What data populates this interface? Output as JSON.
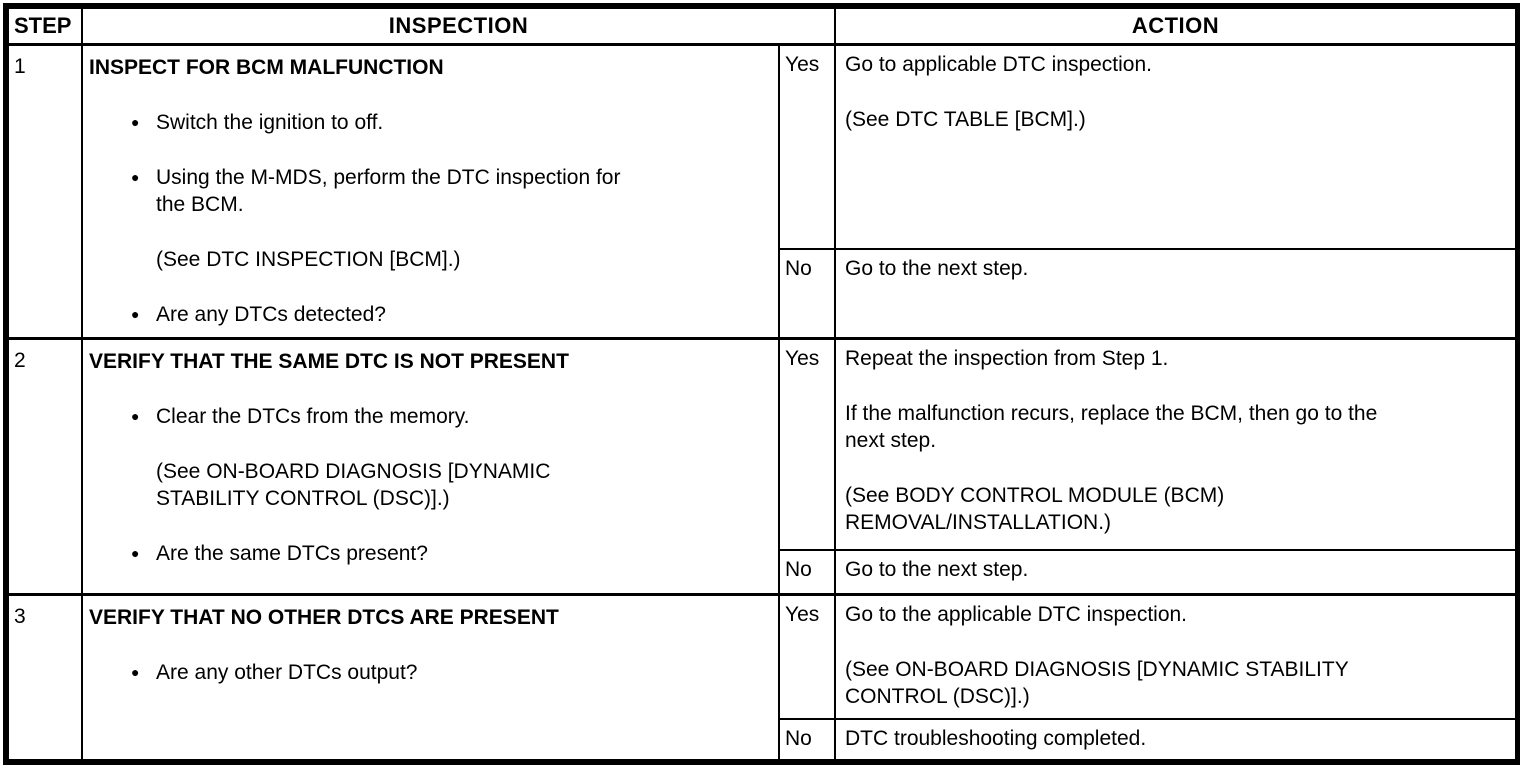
{
  "header": {
    "step": "STEP",
    "inspection": "INSPECTION",
    "action": "ACTION"
  },
  "icons": {
    "bullet": "●"
  },
  "colors": {
    "border": "#000000",
    "text": "#000000",
    "background": "#ffffff"
  },
  "rows": [
    {
      "step": "1",
      "title": "INSPECT FOR BCM MALFUNCTION",
      "items": [
        {
          "type": "bullet",
          "text": "Switch the ignition to off."
        },
        {
          "type": "bullet",
          "text": "Using the M-MDS, perform the DTC inspection for\nthe BCM."
        },
        {
          "type": "note",
          "text": "(See DTC INSPECTION [BCM].)"
        },
        {
          "type": "bullet",
          "text": "Are any DTCs detected?"
        }
      ],
      "yes_label": "Yes",
      "no_label": "No",
      "yes_action": [
        "Go to applicable DTC inspection.",
        "(See DTC TABLE [BCM].)"
      ],
      "no_action": [
        "Go to the next step."
      ]
    },
    {
      "step": "2",
      "title": "VERIFY THAT THE SAME DTC IS NOT PRESENT",
      "items": [
        {
          "type": "bullet",
          "text": "Clear the DTCs from the memory."
        },
        {
          "type": "note",
          "text": "(See ON-BOARD DIAGNOSIS [DYNAMIC\nSTABILITY CONTROL (DSC)].)"
        },
        {
          "type": "bullet",
          "text": "Are the same DTCs present?"
        }
      ],
      "yes_label": "Yes",
      "no_label": "No",
      "yes_action": [
        "Repeat the inspection from Step 1.",
        "If the malfunction recurs, replace the BCM, then go to the\nnext step.",
        "(See BODY CONTROL MODULE (BCM)\nREMOVAL/INSTALLATION.)"
      ],
      "no_action": [
        "Go to the next step."
      ]
    },
    {
      "step": "3",
      "title": "VERIFY THAT NO OTHER DTCS ARE PRESENT",
      "items": [
        {
          "type": "bullet",
          "text": "Are any other DTCs output?"
        }
      ],
      "yes_label": "Yes",
      "no_label": "No",
      "yes_action": [
        "Go to the applicable DTC inspection.",
        "(See ON-BOARD DIAGNOSIS [DYNAMIC STABILITY\nCONTROL (DSC)].)"
      ],
      "no_action": [
        "DTC troubleshooting completed."
      ]
    }
  ]
}
